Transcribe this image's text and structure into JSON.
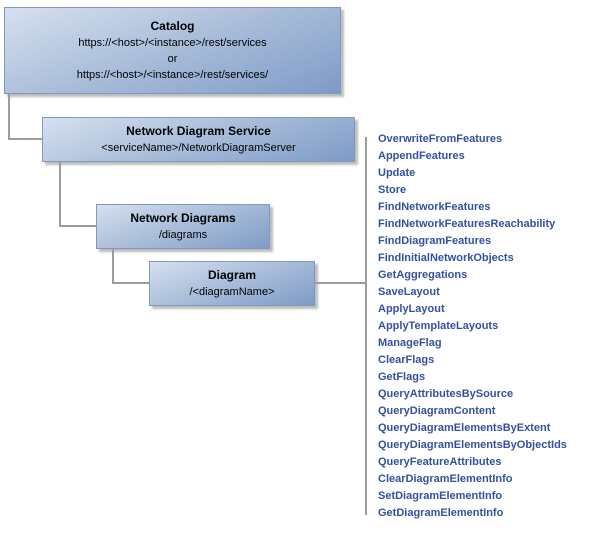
{
  "figure": {
    "boxes": {
      "catalog": {
        "title": "Catalog",
        "url1": "https://<host>/<instance>/rest/services",
        "or_label": "or",
        "url2": "https://<host>/<instance>/rest/services/"
      },
      "service": {
        "title": "Network Diagram Service",
        "subtitle": "<serviceName>/NetworkDiagramServer"
      },
      "diagrams": {
        "title": "Network Diagrams",
        "subtitle": "/diagrams"
      },
      "diagram": {
        "title": "Diagram",
        "subtitle": "/<diagramName>"
      }
    },
    "operations": [
      "OverwriteFromFeatures",
      "AppendFeatures",
      "Update",
      "Store",
      "FindNetworkFeatures",
      "FindNetworkFeaturesReachability",
      "FindDiagramFeatures",
      "FindInitialNetworkObjects",
      "GetAggregations",
      "SaveLayout",
      "ApplyLayout",
      "ApplyTemplateLayouts",
      "ManageFlag",
      "ClearFlags",
      "GetFlags",
      "QueryAttributesBySource",
      "QueryDiagramContent",
      "QueryDiagramElementsByExtent",
      "QueryDiagramElementsByObjectIds",
      "QueryFeatureAttributes",
      "ClearDiagramElementInfo",
      "SetDiagramElementInfo",
      "GetDiagramElementInfo"
    ],
    "colors": {
      "box_gradient_top": "#d6e0ef",
      "box_gradient_bottom": "#7e9bc7",
      "box_border": "#8299bd",
      "connector": "#9d9d9d",
      "operation_text": "#34519e"
    }
  }
}
